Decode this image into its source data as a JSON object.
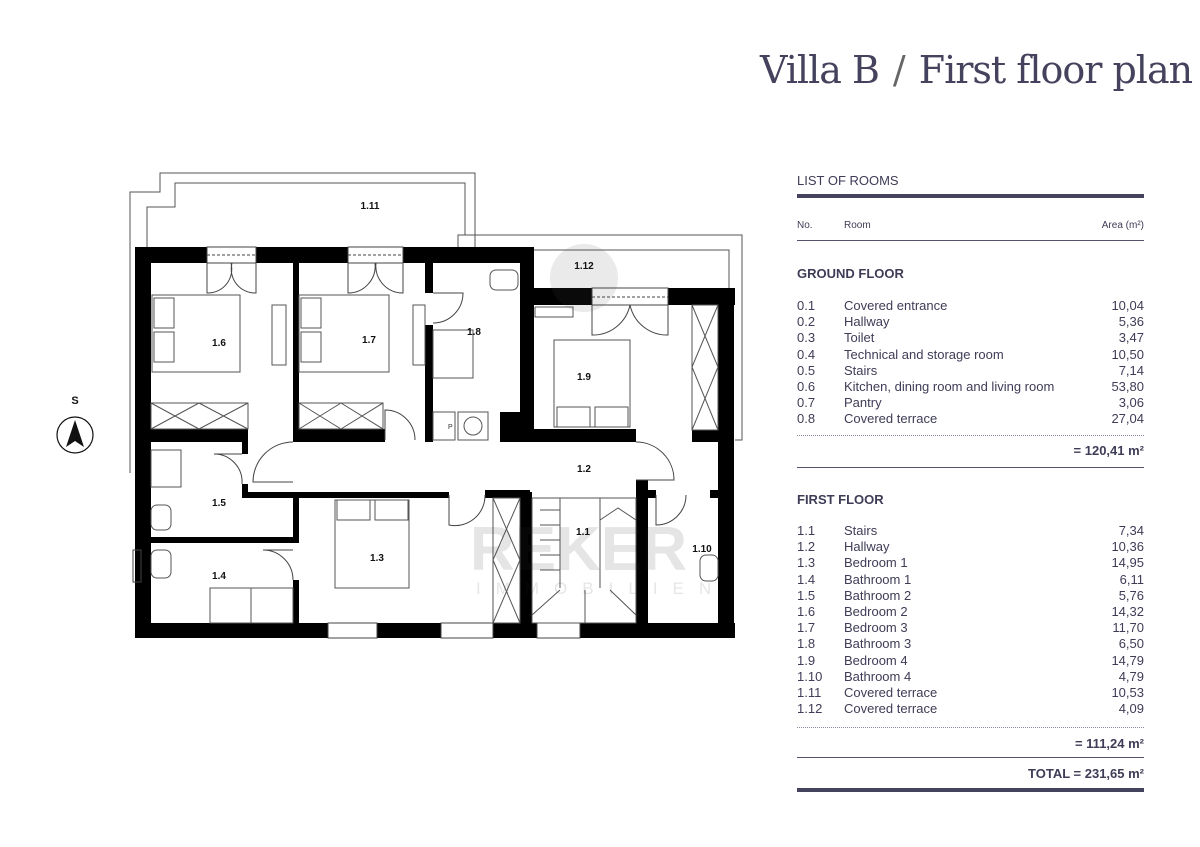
{
  "title": {
    "villa": "Villa B",
    "separator": "/",
    "plan": "First floor plan"
  },
  "compass": {
    "label": "S"
  },
  "watermark": {
    "brand": "REKER",
    "sub": "IMMOBILIEN"
  },
  "plan_labels": [
    "1.11",
    "1.12",
    "1.6",
    "1.7",
    "1.8",
    "1.9",
    "1.2",
    "1.5",
    "1.1",
    "1.10",
    "1.4",
    "1.3"
  ],
  "appliance_label": "P",
  "list": {
    "heading": "LIST OF ROOMS",
    "col_no": "No.",
    "col_room": "Room",
    "col_area": "Area (m²)",
    "ground": {
      "title": "GROUND FLOOR",
      "rows": [
        {
          "no": "0.1",
          "name": "Covered entrance",
          "area": "10,04"
        },
        {
          "no": "0.2",
          "name": "Hallway",
          "area": "5,36"
        },
        {
          "no": "0.3",
          "name": "Toilet",
          "area": "3,47"
        },
        {
          "no": "0.4",
          "name": "Technical and storage room",
          "area": "10,50"
        },
        {
          "no": "0.5",
          "name": "Stairs",
          "area": "7,14"
        },
        {
          "no": "0.6",
          "name": "Kitchen, dining room and living room",
          "area": "53,80"
        },
        {
          "no": "0.7",
          "name": "Pantry",
          "area": "3,06"
        },
        {
          "no": "0.8",
          "name": "Covered terrace",
          "area": "27,04"
        }
      ],
      "subtotal": "= 120,41 m²"
    },
    "first": {
      "title": "FIRST FLOOR",
      "rows": [
        {
          "no": "1.1",
          "name": "Stairs",
          "area": "7,34"
        },
        {
          "no": "1.2",
          "name": "Hallway",
          "area": "10,36"
        },
        {
          "no": "1.3",
          "name": "Bedroom 1",
          "area": "14,95"
        },
        {
          "no": "1.4",
          "name": "Bathroom 1",
          "area": "6,11"
        },
        {
          "no": "1.5",
          "name": "Bathroom 2",
          "area": "5,76"
        },
        {
          "no": "1.6",
          "name": "Bedroom 2",
          "area": "14,32"
        },
        {
          "no": "1.7",
          "name": "Bedroom 3",
          "area": "11,70"
        },
        {
          "no": "1.8",
          "name": "Bathroom 3",
          "area": "6,50"
        },
        {
          "no": "1.9",
          "name": "Bedroom 4",
          "area": "14,79"
        },
        {
          "no": "1.10",
          "name": "Bathroom 4",
          "area": "4,79"
        },
        {
          "no": "1.11",
          "name": "Covered terrace",
          "area": "10,53"
        },
        {
          "no": "1.12",
          "name": "Covered terrace",
          "area": "4,09"
        }
      ],
      "subtotal": "= 111,24 m²"
    },
    "total": "TOTAL = 231,65 m²"
  }
}
